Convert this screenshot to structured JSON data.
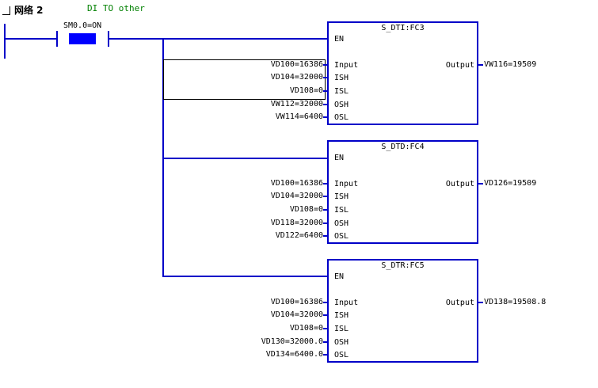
{
  "network": {
    "title": "网络 2",
    "comment": "DI TO other"
  },
  "contact": {
    "label": "SM0.0=ON"
  },
  "blocks": [
    {
      "title": "S_DTI:FC3",
      "en": "EN",
      "inputs": [
        {
          "pin": "Input",
          "value": "VD100=16386"
        },
        {
          "pin": "ISH",
          "value": "VD104=32000"
        },
        {
          "pin": "ISL",
          "value": "VD108=0"
        },
        {
          "pin": "OSH",
          "value": "VW112=32000"
        },
        {
          "pin": "OSL",
          "value": "VW114=6400"
        }
      ],
      "output": {
        "pin": "Output",
        "value": "VW116=19509"
      }
    },
    {
      "title": "S_DTD:FC4",
      "en": "EN",
      "inputs": [
        {
          "pin": "Input",
          "value": "VD100=16386"
        },
        {
          "pin": "ISH",
          "value": "VD104=32000"
        },
        {
          "pin": "ISL",
          "value": "VD108=0"
        },
        {
          "pin": "OSH",
          "value": "VD118=32000"
        },
        {
          "pin": "OSL",
          "value": "VD122=6400"
        }
      ],
      "output": {
        "pin": "Output",
        "value": "VD126=19509"
      }
    },
    {
      "title": "S_DTR:FC5",
      "en": "EN",
      "inputs": [
        {
          "pin": "Input",
          "value": "VD100=16386"
        },
        {
          "pin": "ISH",
          "value": "VD104=32000"
        },
        {
          "pin": "ISL",
          "value": "VD108=0"
        },
        {
          "pin": "OSH",
          "value": "VD130=32000.0"
        },
        {
          "pin": "OSL",
          "value": "VD134=6400.0"
        }
      ],
      "output": {
        "pin": "Output",
        "value": "VD138=19508.8"
      }
    }
  ],
  "colors": {
    "wire": "#0000c8",
    "contact_fill": "#0000ff",
    "comment": "#008000"
  }
}
